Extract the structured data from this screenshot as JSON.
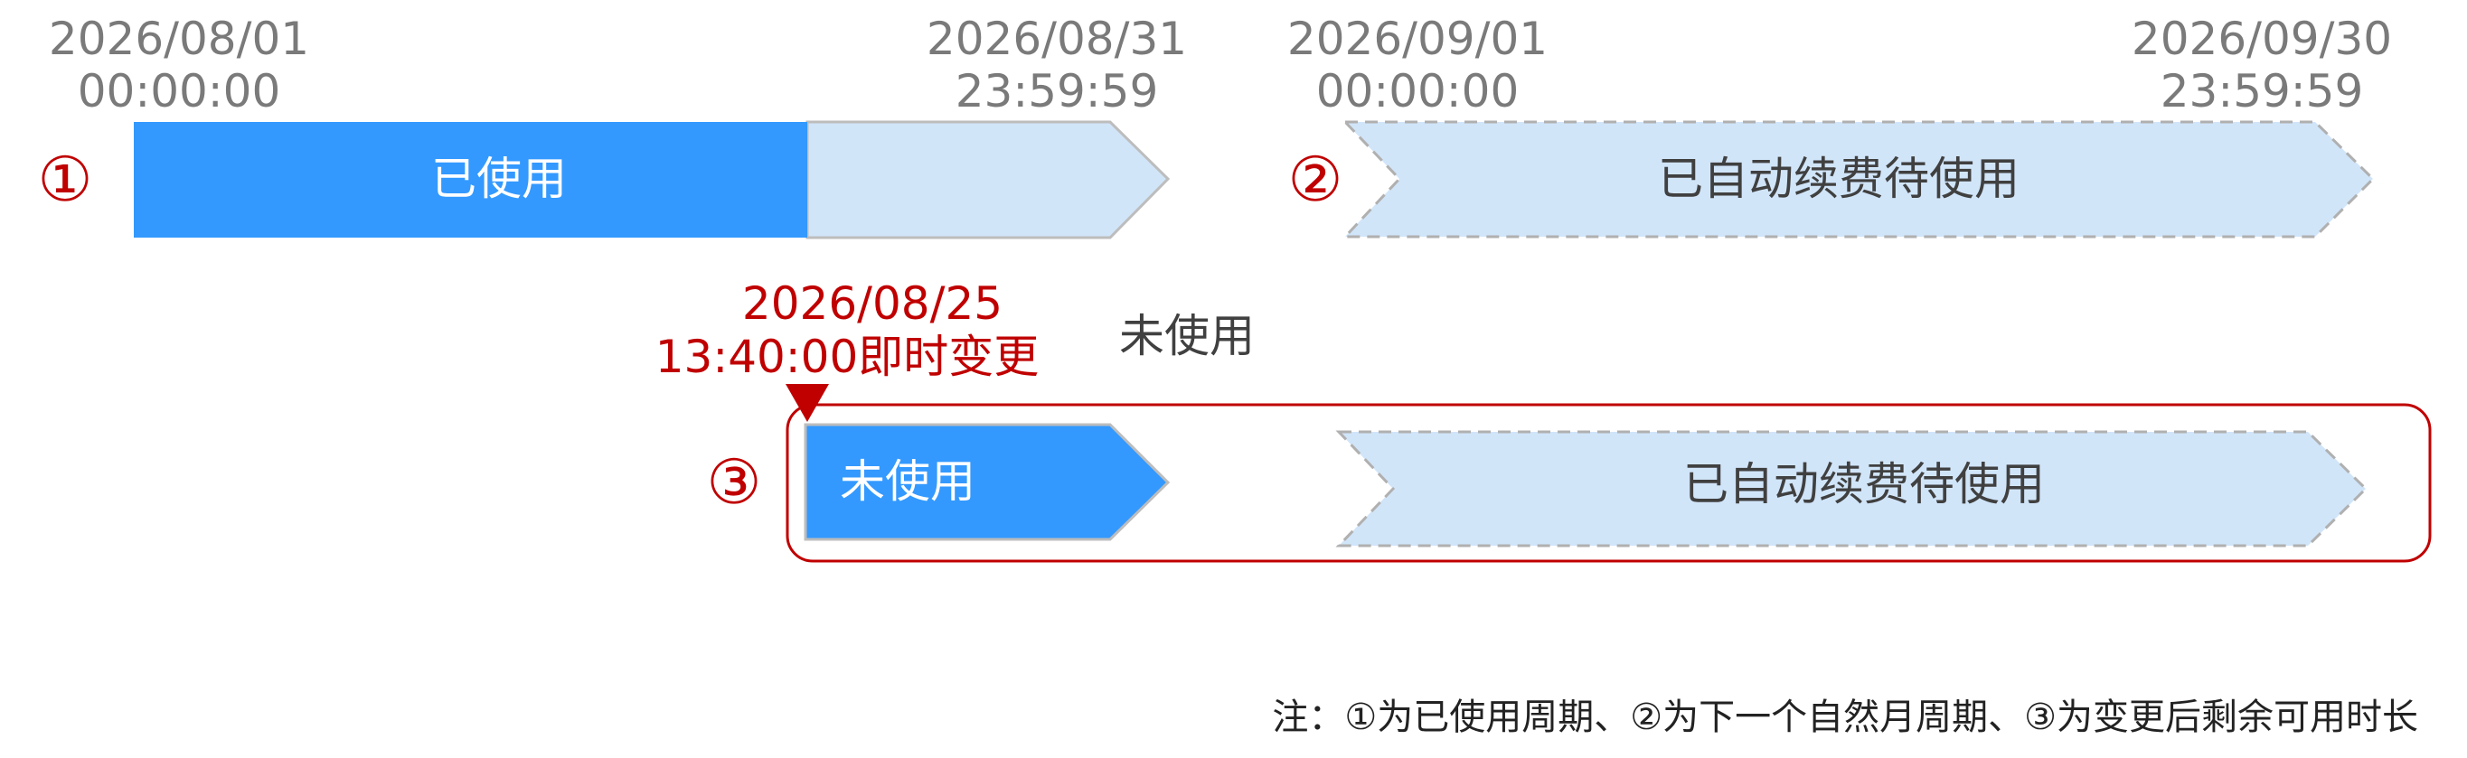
{
  "timeline": {
    "dates": {
      "aug_start": [
        "2026/08/01",
        "00:00:00"
      ],
      "aug_end": [
        "2026/08/31",
        "23:59:59"
      ],
      "sep_start": [
        "2026/09/01",
        "00:00:00"
      ],
      "sep_end": [
        "2026/09/30",
        "23:59:59"
      ]
    },
    "change_point": [
      "2026/08/25",
      "13:40:00即时变更"
    ],
    "markers": {
      "one": "①",
      "two": "②",
      "three": "③"
    },
    "labels": {
      "used": "已使用",
      "unused": "未使用",
      "renewed_pending": "已自动续费待使用"
    },
    "note": "注：①为已使用周期、②为下一个自然月周期、③为变更后剩余可用时长"
  },
  "colors": {
    "used_blue": "#3399ff",
    "light_blue": "#d1e5f9",
    "highlight_red": "#c00000",
    "gray_text": "#7a7a7a"
  }
}
